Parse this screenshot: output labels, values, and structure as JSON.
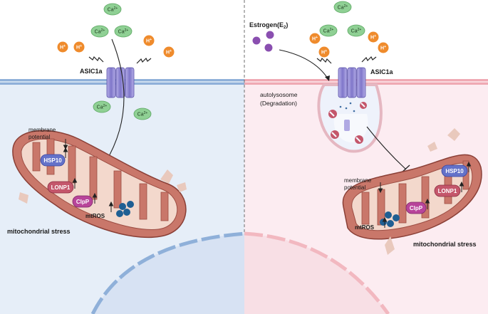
{
  "left_panel": {
    "channel_label": "ASIC1a",
    "calcium_label": "Ca2+",
    "proton_label": "H+",
    "membrane_potential_label": "membrane\npotential",
    "mtros_label": "mtROS",
    "stress_label": "mitochondrial stress",
    "proteins": {
      "hsp10": "HSP10",
      "lonp1": "LONP1",
      "clpp": "ClpP"
    }
  },
  "right_panel": {
    "estrogen_label": "Estrogen(E2)",
    "channel_label": "ASIC1a",
    "autolysosome_label": "autolysosome\n(Degradation)",
    "membrane_potential_label": "membrane\npotential",
    "mtros_label": "mtROS",
    "stress_label": "mitochondrial stress",
    "proteins": {
      "hsp10": "HSP10",
      "lonp1": "LONP1",
      "clpp": "ClpP"
    }
  },
  "colors": {
    "left_cytoplasm": "#e6eef8",
    "right_cytoplasm": "#fcecf1",
    "left_membrane": "#a9c3e2",
    "right_membrane": "#f2b8c0",
    "calcium": "#86c98a",
    "proton": "#ef8b2c",
    "channel": "#8e86d4",
    "estrogen": "#8a4fb0",
    "mitochondrion": "#c9776a",
    "hsp10": "#6472c9",
    "lonp1": "#c4566b",
    "clpp": "#b8449a",
    "ros": "#1f5f93"
  }
}
